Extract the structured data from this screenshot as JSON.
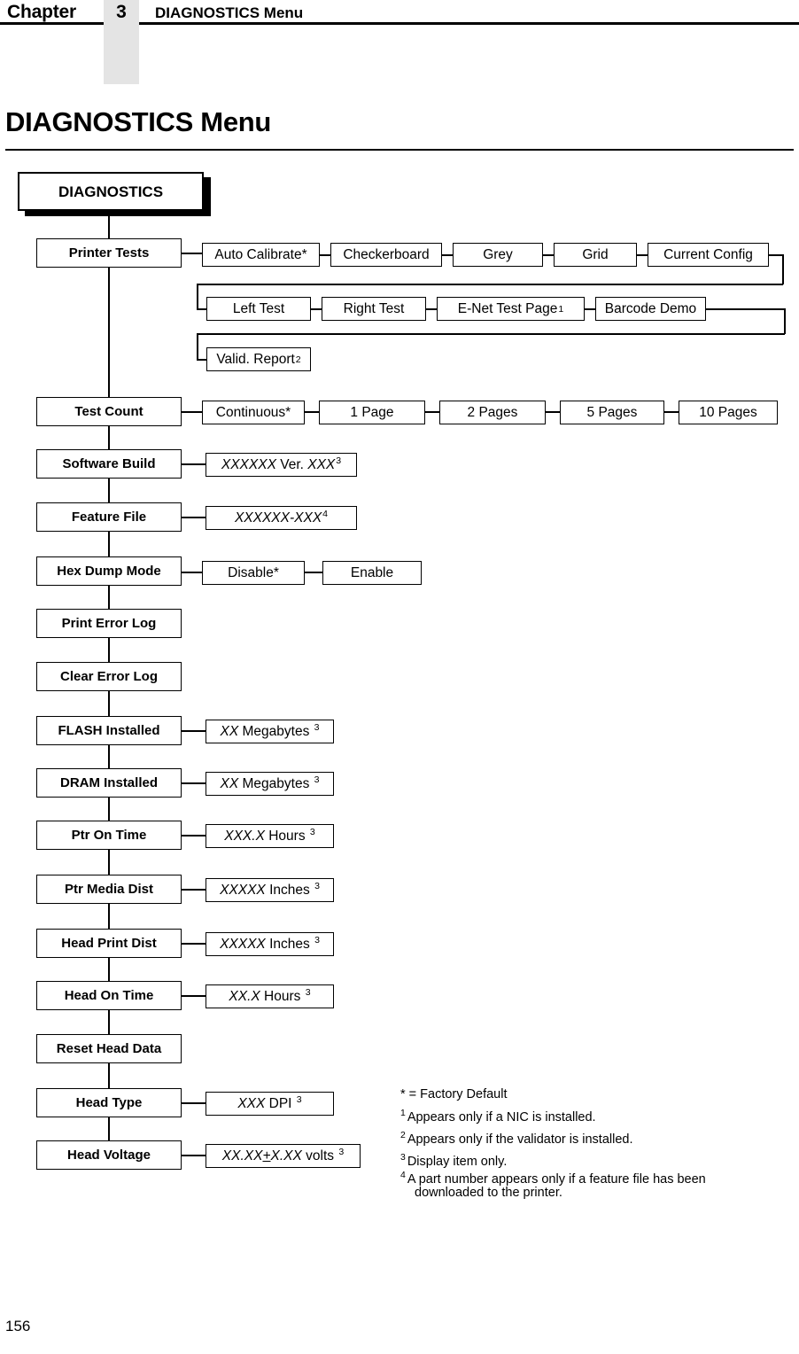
{
  "header": {
    "chapter_label": "Chapter",
    "chapter_number": "3",
    "running_title": "DIAGNOSTICS Menu"
  },
  "page_title": "DIAGNOSTICS Menu",
  "folio": "156",
  "diagram": {
    "root": "DIAGNOSTICS",
    "menu_items": [
      {
        "label": "Printer Tests"
      },
      {
        "label": "Test Count"
      },
      {
        "label": "Software Build"
      },
      {
        "label": "Feature File"
      },
      {
        "label": "Hex Dump Mode"
      },
      {
        "label": "Print Error Log"
      },
      {
        "label": "Clear Error Log"
      },
      {
        "label": "FLASH Installed"
      },
      {
        "label": "DRAM Installed"
      },
      {
        "label": "Ptr On Time"
      },
      {
        "label": "Ptr Media Dist"
      },
      {
        "label": "Head Print Dist"
      },
      {
        "label": "Head On Time"
      },
      {
        "label": "Reset Head Data"
      },
      {
        "label": "Head Type"
      },
      {
        "label": "Head Voltage"
      }
    ],
    "printer_tests_options": [
      "Auto Calibrate*",
      "Checkerboard",
      "Grey",
      "Grid",
      "Current Config",
      "Left Test",
      "Right Test",
      "E-Net Test Page",
      "Barcode Demo",
      "Valid. Report"
    ],
    "enet_test_page_note": "1",
    "valid_report_note": "2",
    "test_count_options": [
      "Continuous*",
      "1 Page",
      "2 Pages",
      "5 Pages",
      "10 Pages"
    ],
    "hex_dump_options": [
      "Disable*",
      "Enable"
    ],
    "values": {
      "software_build": {
        "var1": "XXXXXX",
        "text": " Ver. ",
        "var2": "XXX",
        "note": "3"
      },
      "feature_file": {
        "var1": "XXXXXX-XXX",
        "note": "4"
      },
      "flash_installed": {
        "var1": "XX",
        "text": " Megabytes ",
        "note": "3"
      },
      "dram_installed": {
        "var1": "XX",
        "text": " Megabytes ",
        "note": "3"
      },
      "ptr_on_time": {
        "var1": "XXX.X",
        "text": " Hours ",
        "note": "3"
      },
      "ptr_media_dist": {
        "var1": "XXXXX",
        "text": " Inches ",
        "note": "3"
      },
      "head_print_dist": {
        "var1": "XXXXX",
        "text": " Inches ",
        "note": "3"
      },
      "head_on_time": {
        "var1": "XX.X",
        "text": " Hours ",
        "note": "3"
      },
      "head_type": {
        "var1": "XXX",
        "text": " DPI ",
        "note": "3"
      },
      "head_voltage": {
        "var1": "XX.XX",
        "sign": "+",
        "var2": "X.XX",
        "text": " volts ",
        "note": "3"
      }
    }
  },
  "footnotes": {
    "asterisk": "* = Factory Default",
    "one_mark": "1",
    "one": "Appears only if a NIC is installed.",
    "two_mark": "2",
    "two": "Appears only if the validator is installed.",
    "three_mark": "3",
    "three": "Display item only.",
    "four_mark": "4",
    "four": "A part number appears only if a feature file has been",
    "four_cont": "downloaded to the printer."
  }
}
